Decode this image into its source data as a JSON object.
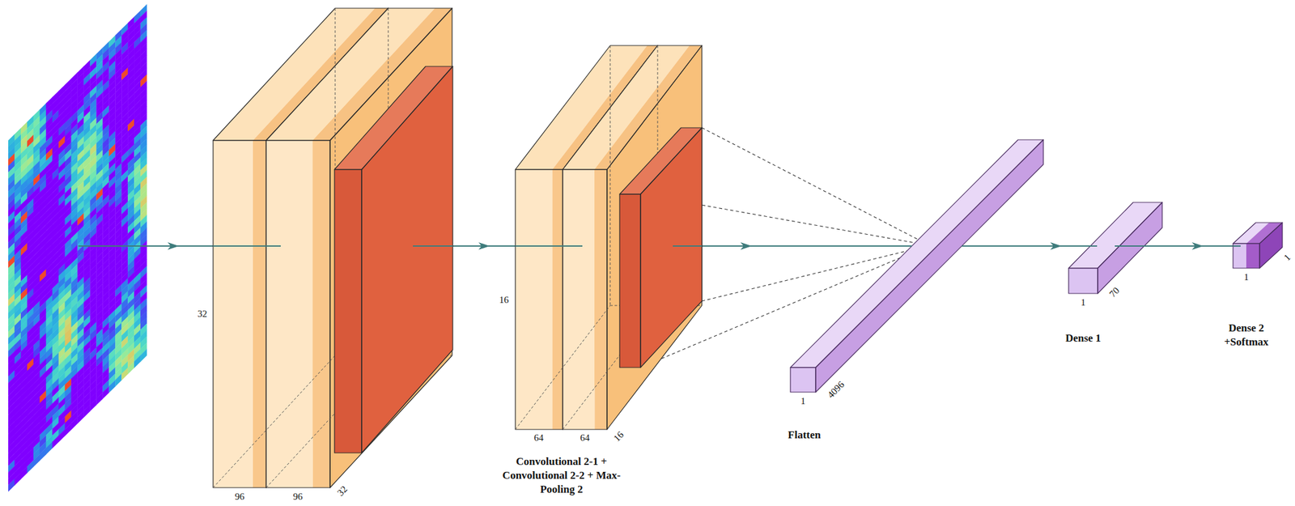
{
  "diagram": {
    "nodes": [
      {
        "text": [
          "32",
          "96",
          "96",
          "32"
        ]
      },
      {
        "text": [
          "16",
          "64",
          "64",
          "16",
          "Convolutional 2-1 + Convolutional 2-2 + Max-Pooling 2"
        ]
      },
      {
        "text": [
          "1",
          "4096",
          "Flatten"
        ]
      },
      {
        "text": [
          "1",
          "70",
          "Dense 1"
        ]
      },
      {
        "text": [
          "1",
          "1",
          "Dense 2 +Softmax"
        ]
      }
    ],
    "edges": [
      {
        "from": 0,
        "to": 1,
        "arrow": "to"
      },
      {
        "from": 1,
        "to": 2,
        "arrow": "to"
      },
      {
        "from": 2,
        "to": 3,
        "arrow": "to"
      },
      {
        "from": 3,
        "to": 4,
        "arrow": "to"
      }
    ]
  }
}
